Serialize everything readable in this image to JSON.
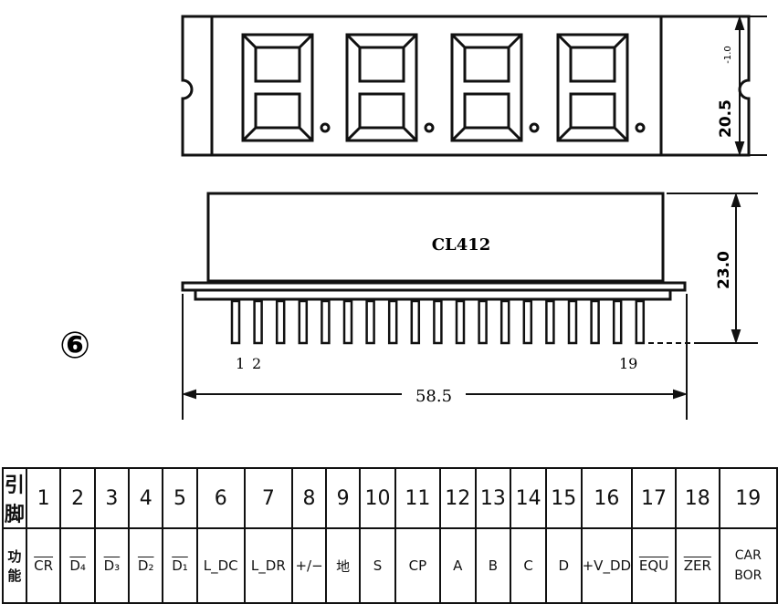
{
  "figure_number": "⑥",
  "chip_label": "CL412",
  "dimensions": {
    "display_height": "20.5",
    "display_height_tol": "-1.0",
    "body_height": "23.0",
    "width": "58.5"
  },
  "pin_labels": {
    "first": "1",
    "second": "2",
    "last": "19"
  },
  "table": {
    "row_header_pin": "引脚",
    "row_header_function": "功能",
    "pins": [
      "1",
      "2",
      "3",
      "4",
      "5",
      "6",
      "7",
      "8",
      "9",
      "10",
      "11",
      "12",
      "13",
      "14",
      "15",
      "16",
      "17",
      "18",
      "19"
    ],
    "functions": [
      {
        "text": "CR",
        "overline": true
      },
      {
        "text": "D₄",
        "overline": true
      },
      {
        "text": "D₃",
        "overline": true
      },
      {
        "text": "D₂",
        "overline": true
      },
      {
        "text": "D₁",
        "overline": true
      },
      {
        "text": "L_DC",
        "overline": false
      },
      {
        "text": "L_DR",
        "overline": false
      },
      {
        "text": "+/−",
        "overline": false
      },
      {
        "text": "地",
        "overline": false
      },
      {
        "text": "S",
        "overline": false
      },
      {
        "text": "CP",
        "overline": false
      },
      {
        "text": "A",
        "overline": false
      },
      {
        "text": "B",
        "overline": false
      },
      {
        "text": "C",
        "overline": false
      },
      {
        "text": "D",
        "overline": false
      },
      {
        "text": "+V_DD",
        "overline": false
      },
      {
        "text": "EQU",
        "overline": true
      },
      {
        "text": "ZER",
        "overline": true
      },
      {
        "text": "CAR/BOR",
        "overline": false
      }
    ]
  }
}
